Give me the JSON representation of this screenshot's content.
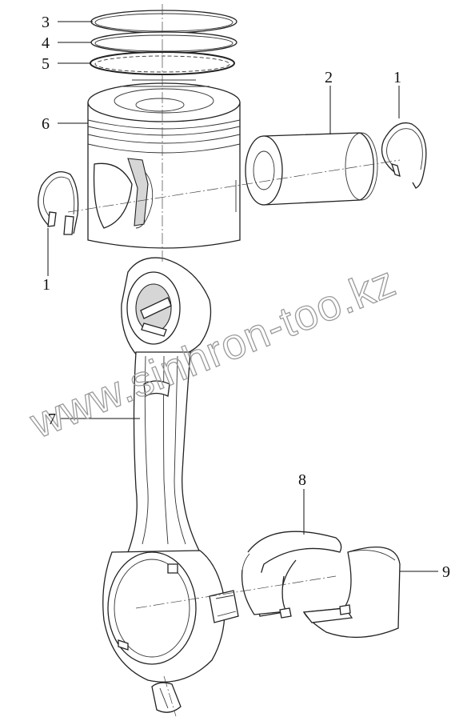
{
  "labels": {
    "ring_3": "3",
    "ring_4": "4",
    "ring_5": "5",
    "piston_6": "6",
    "pin_2": "2",
    "circlip_right_1": "1",
    "circlip_left_1": "1",
    "rod_7": "7",
    "bearing_upper_8": "8",
    "bearing_lower_9": "9"
  },
  "watermark": "www.sinhron-too.kz"
}
